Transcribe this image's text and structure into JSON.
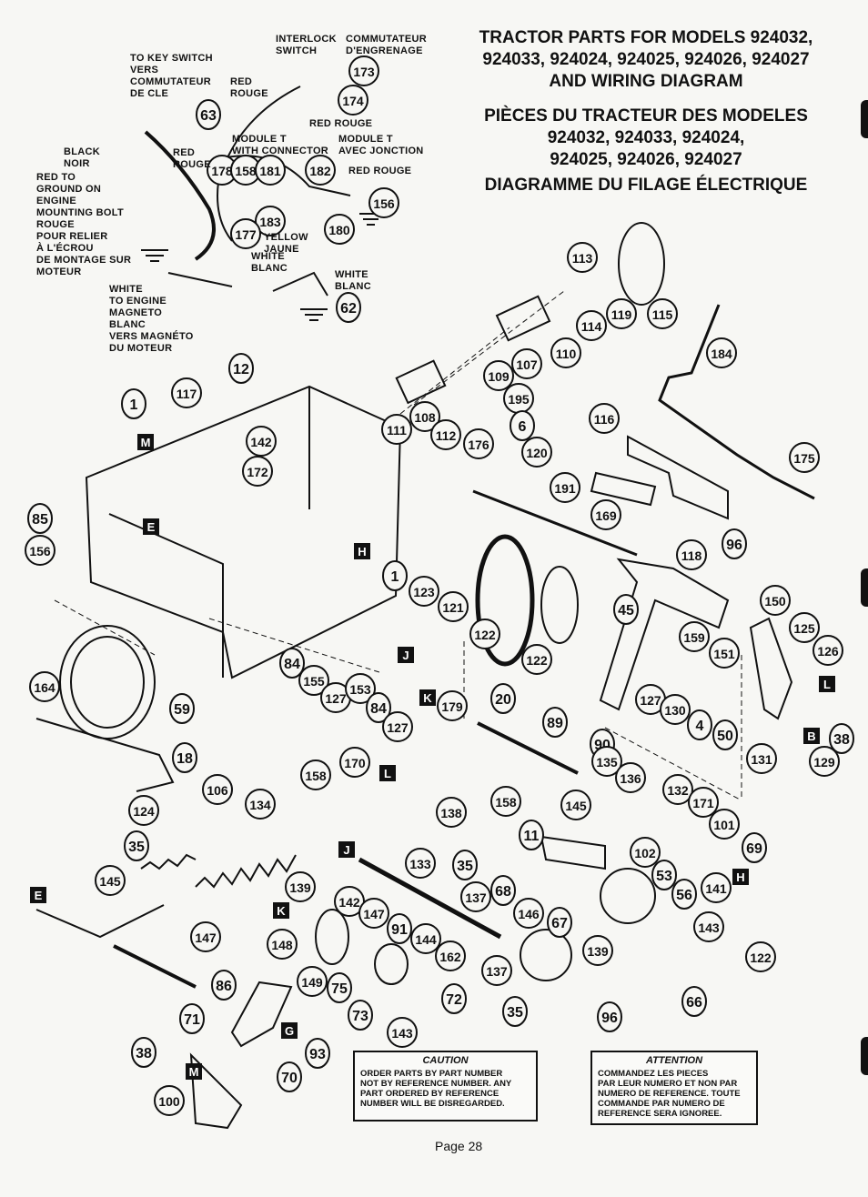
{
  "title": {
    "en_line1": "TRACTOR PARTS FOR MODELS 924032,",
    "en_line2": "924033, 924024, 924025, 924026, 924027",
    "en_line3": "AND WIRING DIAGRAM",
    "fr_line1": "PIÈCES DU TRACTEUR DES MODELES",
    "fr_line2": "924032, 924033, 924024,",
    "fr_line3": "924025, 924026, 924027",
    "fr_line4": "DIAGRAMME DU FILAGE ÉLECTRIQUE"
  },
  "wiring_labels": {
    "interlock": "INTERLOCK\nSWITCH",
    "commutateur": "COMMUTATEUR\nD'ENGRENAGE",
    "key_switch": "TO KEY SWITCH\nVERS\nCOMMUTATEUR\nDE CLE",
    "red_rouge_top": "RED\nROUGE",
    "red_rouge_mid": "RED ROUGE",
    "module_t_en": "MODULE T\nWITH CONNECTOR",
    "module_t_fr": "MODULE T\nAVEC JONCTION",
    "red_rouge_right": "RED ROUGE",
    "black_noir": "BLACK\nNOIR",
    "red_rouge_left": "RED\nROUGE",
    "red_ground": "RED TO\nGROUND ON\nENGINE\nMOUNTING BOLT\nROUGE\nPOUR RELIER\nÀ L'ÉCROU\nDE MONTAGE SUR\nMOTEUR",
    "yellow_jaune": "YELLOW\nJAUNE",
    "white_blanc_mid": "WHITE\nBLANC",
    "white_blanc_right": "WHITE\nBLANC",
    "white_magneto": "WHITE\nTO ENGINE\nMAGNETO\nBLANC\nVERS MAGNÉTO\nDU MOTEUR"
  },
  "callouts": [
    "173",
    "174",
    "63",
    "178",
    "158",
    "181",
    "182",
    "156",
    "183",
    "177",
    "180",
    "62",
    "113",
    "119",
    "115",
    "114",
    "110",
    "184",
    "12",
    "117",
    "1",
    "107",
    "109",
    "195",
    "108",
    "111",
    "112",
    "6",
    "176",
    "116",
    "142",
    "172",
    "120",
    "175",
    "191",
    "169",
    "96",
    "85",
    "156",
    "1",
    "123",
    "121",
    "118",
    "150",
    "125",
    "126",
    "122",
    "122",
    "45",
    "159",
    "151",
    "84",
    "155",
    "127",
    "153",
    "84",
    "127",
    "179",
    "127",
    "130",
    "4",
    "50",
    "38",
    "129",
    "131",
    "20",
    "89",
    "90",
    "59",
    "164",
    "18",
    "106",
    "124",
    "170",
    "158",
    "134",
    "135",
    "136",
    "132",
    "171",
    "145",
    "158",
    "138",
    "101",
    "69",
    "35",
    "11",
    "35",
    "53",
    "102",
    "141",
    "145",
    "133",
    "139",
    "142",
    "68",
    "137",
    "56",
    "146",
    "147",
    "147",
    "148",
    "91",
    "144",
    "162",
    "67",
    "139",
    "143",
    "122",
    "137",
    "35",
    "66",
    "86",
    "149",
    "75",
    "73",
    "72",
    "143",
    "96",
    "71",
    "93",
    "38",
    "70",
    "100"
  ],
  "letter_tags": [
    "M",
    "E",
    "H",
    "J",
    "K",
    "L",
    "B",
    "K",
    "J",
    "E",
    "G",
    "M",
    "H",
    "L"
  ],
  "caution": {
    "heading": "CAUTION",
    "body": "ORDER PARTS BY PART NUMBER\nNOT BY REFERENCE NUMBER.  ANY\nPART ORDERED BY REFERENCE\nNUMBER WILL BE DISREGARDED."
  },
  "attention": {
    "heading": "ATTENTION",
    "body": "COMMANDEZ LES PIECES\nPAR LEUR NUMERO ET NON PAR\nNUMERO DE REFERENCE.  TOUTE\nCOMMANDE PAR NUMERO DE\nREFERENCE SERA IGNOREE."
  },
  "page": "Page 28",
  "colors": {
    "ink": "#111111",
    "paper": "#f7f7f4"
  }
}
